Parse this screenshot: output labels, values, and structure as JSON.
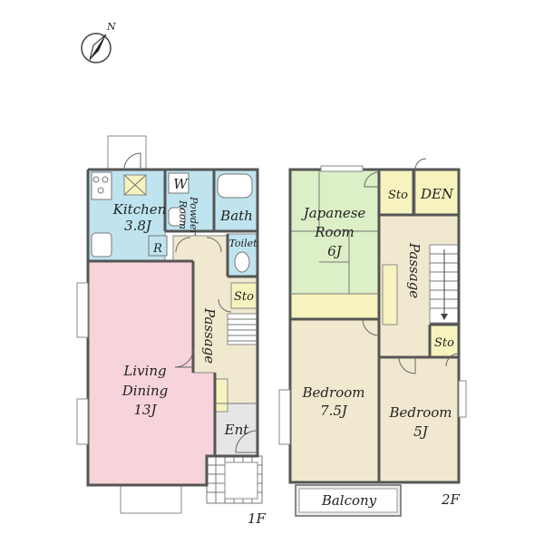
{
  "compass": {
    "label": "N"
  },
  "floor1": {
    "tag": "1F",
    "rooms": {
      "kitchen": {
        "name": "Kitchen",
        "size": "3.8J"
      },
      "w": {
        "name": "W"
      },
      "powder": {
        "line1": "Powder",
        "line2": "Room"
      },
      "bath": {
        "name": "Bath"
      },
      "toilet": {
        "name": "Toilet"
      },
      "r": {
        "name": "R"
      },
      "sto": {
        "name": "Sto"
      },
      "passage": {
        "name": "Passage"
      },
      "living": {
        "line1": "Living",
        "line2": "Dining",
        "size": "13J"
      },
      "ent": {
        "name": "Ent"
      }
    }
  },
  "floor2": {
    "tag": "2F",
    "rooms": {
      "japanese": {
        "line1": "Japanese",
        "line2": "Room",
        "size": "6J"
      },
      "sto_top": {
        "name": "Sto"
      },
      "den": {
        "name": "DEN"
      },
      "passage": {
        "name": "Passage"
      },
      "sto_right": {
        "name": "Sto"
      },
      "bedroom1": {
        "name": "Bedroom",
        "size": "7.5J"
      },
      "bedroom2": {
        "name": "Bedroom",
        "size": "5J"
      },
      "balcony": {
        "name": "Balcony"
      }
    }
  },
  "colors": {
    "living": "#f7d4da",
    "kitchen": "#bfe4ef",
    "wet": "#bfe4ef",
    "japanese": "#dcefc6",
    "bedroom": "#f1e9cf",
    "hall": "#f1e9cf",
    "storage": "#f7f3bf",
    "entrance": "#e6e6e6",
    "balcony": "#eeeeee"
  }
}
